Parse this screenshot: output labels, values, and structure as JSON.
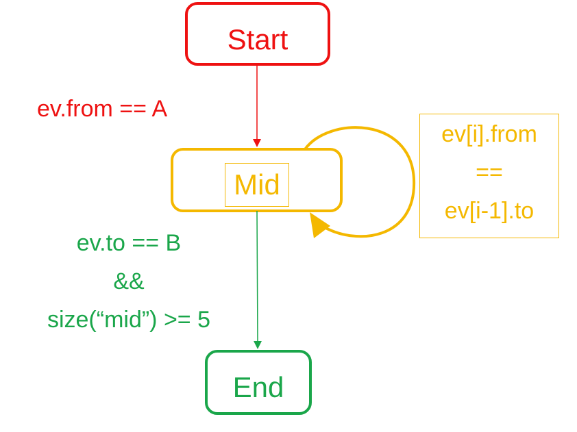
{
  "colors": {
    "start": "#ee1111",
    "mid": "#f4b800",
    "end": "#1aa64a"
  },
  "nodes": {
    "start": "Start",
    "mid": "Mid",
    "end": "End"
  },
  "transitions": {
    "start_to_mid": "ev.from == A",
    "mid_loop": [
      "ev[i].from",
      "==",
      "ev[i-1].to"
    ],
    "mid_to_end": [
      "ev.to == B",
      "&&",
      "size(“mid”) >= 5"
    ]
  }
}
